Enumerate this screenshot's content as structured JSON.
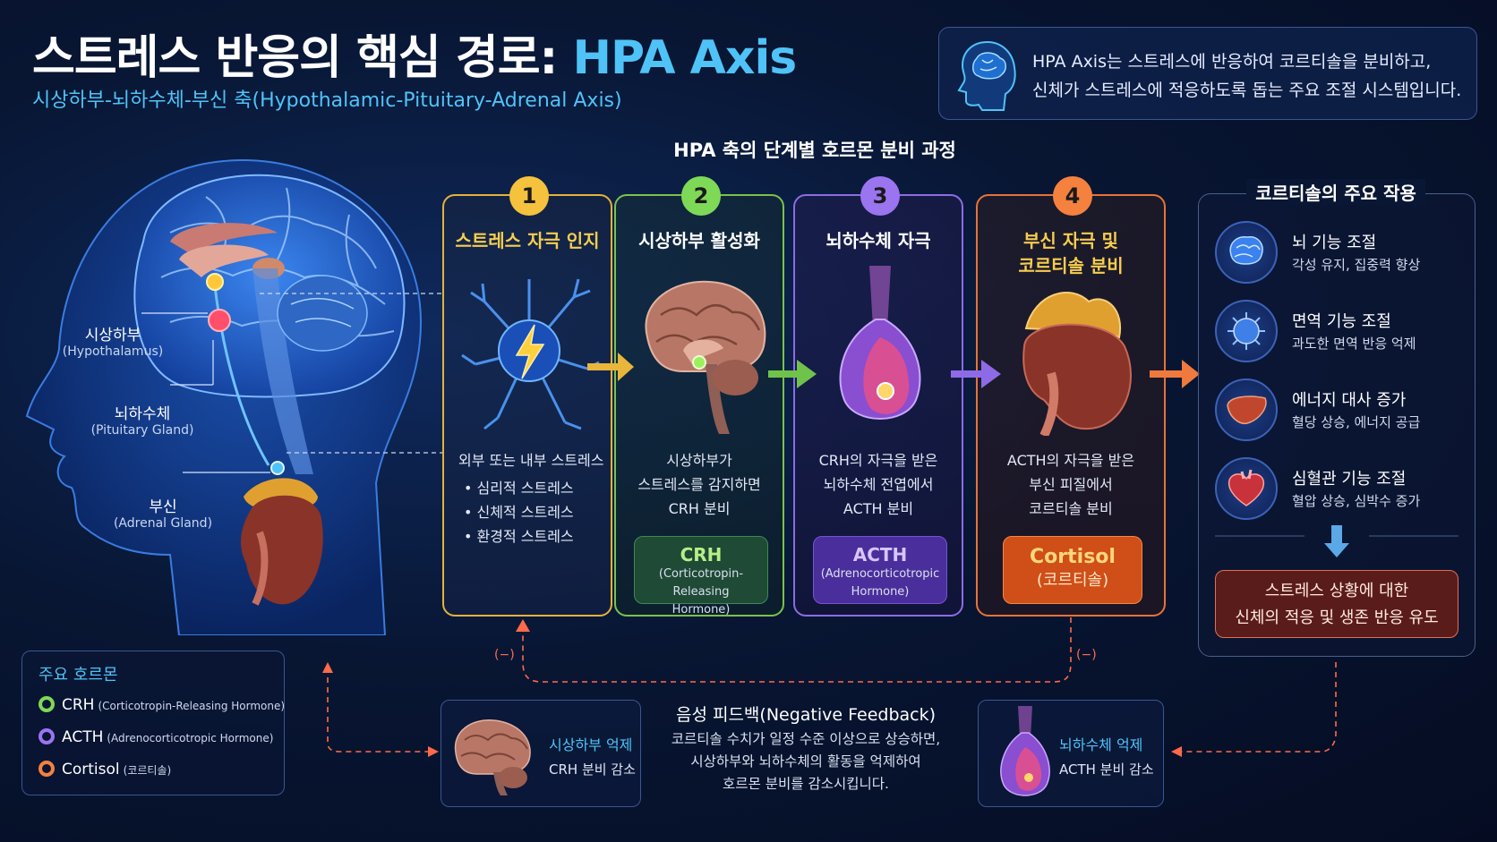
{
  "header": {
    "title_main": "스트레스 반응의 핵심 경로: ",
    "title_accent": "HPA Axis",
    "subtitle": "시상하부-뇌하수체-부신 축(Hypothalamic-Pituitary-Adrenal Axis)",
    "intro_line1": "HPA Axis는 스트레스에 반응하여 코르티솔을 분비하고,",
    "intro_line2": "신체가 스트레스에 적응하도록 돕는 주요 조절 시스템입니다."
  },
  "brain_labels": {
    "hypothalamus_ko": "시상하부",
    "hypothalamus_en": "(Hypothalamus)",
    "pituitary_ko": "뇌하수체",
    "pituitary_en": "(Pituitary Gland)",
    "adrenal_ko": "부신",
    "adrenal_en": "(Adrenal Gland)"
  },
  "process_title": "HPA 축의 단계별 호르몬 분비 과정",
  "steps": [
    {
      "num": "1",
      "name": "스트레스 자극 인지",
      "desc_line1": "외부 또는 내부 스트레스",
      "bullets": [
        "• 심리적 스트레스",
        "• 신체적 스트레스",
        "• 환경적 스트레스"
      ]
    },
    {
      "num": "2",
      "name": "시상하부 활성화",
      "desc_line1": "시상하부가",
      "desc_line2": "스트레스를 감지하면",
      "desc_line3": "CRH 분비",
      "hormone": "CRH",
      "hormone_full1": "(Corticotropin-Releasing",
      "hormone_full2": "Hormone)"
    },
    {
      "num": "3",
      "name": "뇌하수체 자극",
      "desc_line1": "CRH의 자극을 받은",
      "desc_line2": "뇌하수체 전엽에서",
      "desc_line3": "ACTH 분비",
      "hormone": "ACTH",
      "hormone_full1": "(Adrenocorticotropic",
      "hormone_full2": "Hormone)"
    },
    {
      "num": "4",
      "name_line1": "부신 자극 및",
      "name_line2": "코르티솔 분비",
      "desc_line1": "ACTH의 자극을 받은",
      "desc_line2": "부신 피질에서",
      "desc_line3": "코르티솔 분비",
      "hormone": "Cortisol",
      "hormone_full1": "(코르티솔)"
    }
  ],
  "effects": {
    "title": "코르티솔의 주요 작용",
    "items": [
      {
        "name": "뇌 기능 조절",
        "detail": "각성 유지, 집중력 향상",
        "icon": "brain-icon"
      },
      {
        "name": "면역 기능 조절",
        "detail": "과도한 면역 반응 억제",
        "icon": "immune-cell-icon"
      },
      {
        "name": "에너지 대사 증가",
        "detail": "혈당 상승, 에너지 공급",
        "icon": "liver-icon"
      },
      {
        "name": "심혈관 기능 조절",
        "detail": "혈압 상승, 심박수 증가",
        "icon": "heart-icon"
      }
    ],
    "conclusion_line1": "스트레스 상황에 대한",
    "conclusion_line2": "신체의 적응 및 생존 반응 유도"
  },
  "legend": {
    "title": "주요 호르몬",
    "items": [
      {
        "abbr": "CRH",
        "full": "(Corticotropin-Releasing Hormone)",
        "color": "#7ed957"
      },
      {
        "abbr": "ACTH",
        "full": "(Adrenocorticotropic Hormone)",
        "color": "#9b74f0"
      },
      {
        "abbr": "Cortisol",
        "full": "(코르티솔)",
        "color": "#f5813f"
      }
    ]
  },
  "feedback": {
    "title": "음성 피드백(Negative Feedback)",
    "desc_line1": "코르티솔 수치가 일정 수준 이상으로 상승하면,",
    "desc_line2": "시상하부와 뇌하수체의 활동을 억제하여",
    "desc_line3": "호르몬 분비를 감소시킵니다.",
    "minus": "(−)",
    "left_title": "시상하부 억제",
    "left_detail": "CRH 분비 감소",
    "right_title": "뇌하수체 억제",
    "right_detail": "ACTH 분비 감소"
  },
  "colors": {
    "accent": "#4fc3f7",
    "step1": "#f5c23d",
    "step2": "#7ed957",
    "step3": "#9b74f0",
    "step4": "#f5813f",
    "feedback": "#ff6b4a"
  }
}
